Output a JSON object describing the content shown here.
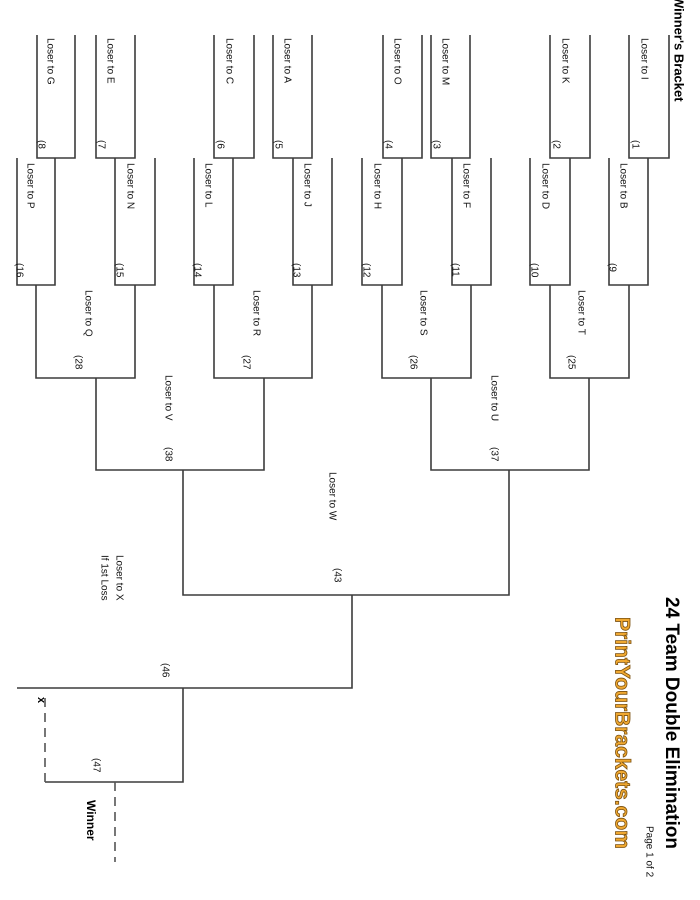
{
  "header": {
    "section_title": "Winner's Bracket",
    "title": "24 Team Double Elimination",
    "page": "Page 1 of 2",
    "logo": "PrintYourBrackets.com"
  },
  "games": {
    "g1": {
      "num": "(1",
      "loser": "Loser to I"
    },
    "g2": {
      "num": "(2",
      "loser": "Loser to K"
    },
    "g3": {
      "num": "(3",
      "loser": "Loser to M"
    },
    "g4": {
      "num": "(4",
      "loser": "Loser to O"
    },
    "g5": {
      "num": "(5",
      "loser": "Loser to A"
    },
    "g6": {
      "num": "(6",
      "loser": "Loser to C"
    },
    "g7": {
      "num": "(7",
      "loser": "Loser to E"
    },
    "g8": {
      "num": "(8",
      "loser": "Loser to G"
    },
    "g9": {
      "num": "(9",
      "loser": "Loser to B"
    },
    "g10": {
      "num": "(10",
      "loser": "Loser to D"
    },
    "g11": {
      "num": "(11",
      "loser": "Loser to F"
    },
    "g12": {
      "num": "(12",
      "loser": "Loser to H"
    },
    "g13": {
      "num": "(13",
      "loser": "Loser to J"
    },
    "g14": {
      "num": "(14",
      "loser": "Loser to L"
    },
    "g15": {
      "num": "(15",
      "loser": "Loser to N"
    },
    "g16": {
      "num": "(16",
      "loser": "Loser to P"
    },
    "g25": {
      "num": "(25",
      "loser": "Loser to T"
    },
    "g26": {
      "num": "(26",
      "loser": "Loser to S"
    },
    "g27": {
      "num": "(27",
      "loser": "Loser to R"
    },
    "g28": {
      "num": "(28",
      "loser": "Loser to Q"
    },
    "g37": {
      "num": "(37",
      "loser": "Loser to U"
    },
    "g38": {
      "num": "(38",
      "loser": "Loser to V"
    },
    "g43": {
      "num": "(43",
      "loser": "Loser to W"
    },
    "g46": {
      "num": "(46"
    },
    "g47": {
      "num": "(47"
    }
  },
  "final": {
    "loser_line1": "Loser to X",
    "loser_line2": "If 1st Loss",
    "x_mark": "x",
    "winner": "Winner"
  },
  "colors": {
    "line": "#3c3c3c",
    "logo": "#f0a830"
  }
}
